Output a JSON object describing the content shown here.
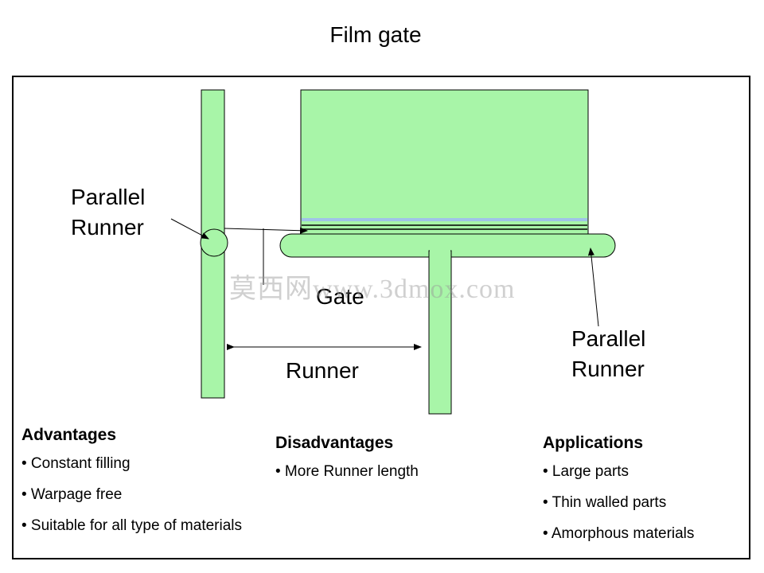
{
  "title": "Film gate",
  "labels": {
    "parallel_runner_left": [
      "Parallel",
      "Runner"
    ],
    "parallel_runner_right": [
      "Parallel",
      "Runner"
    ],
    "gate": "Gate",
    "runner": "Runner"
  },
  "watermark": "莫西网www.3dmox.com",
  "colors": {
    "runner_fill": "#a8f5a8",
    "part_fill": "#a8f5a8",
    "film_line": "#a0c4e8",
    "outline": "#000000"
  },
  "advantages": {
    "heading": "Advantages",
    "items": [
      "• Constant filling",
      "• Warpage free",
      "• Suitable for all type of materials"
    ]
  },
  "disadvantages": {
    "heading": "Disadvantages",
    "items": [
      "• More Runner length"
    ]
  },
  "applications": {
    "heading": "Applications",
    "items": [
      "• Large parts",
      "• Thin walled parts",
      "• Amorphous materials"
    ]
  }
}
